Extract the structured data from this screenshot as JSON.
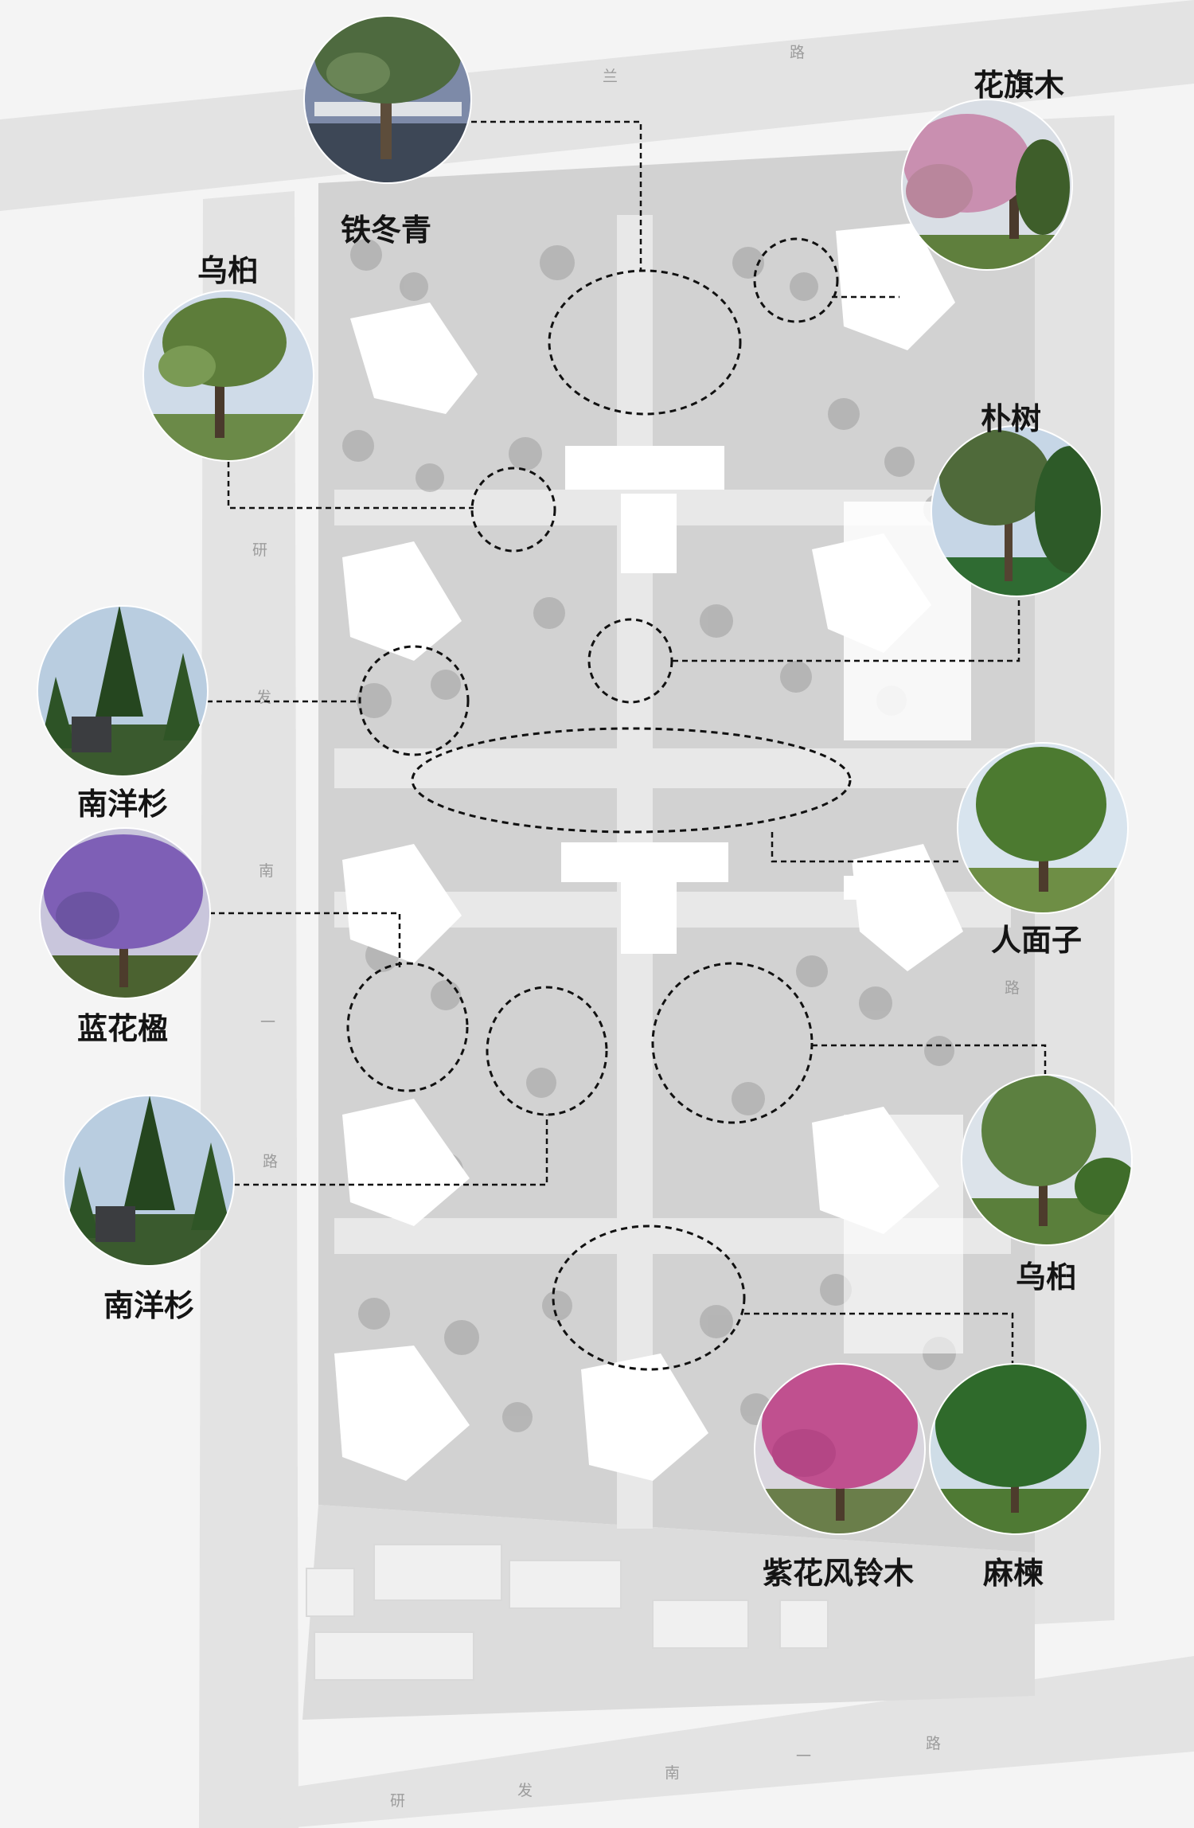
{
  "roads": {
    "top": [
      "兰",
      "路"
    ],
    "left": [
      "研",
      "发",
      "南",
      "一",
      "路"
    ],
    "right": [
      "路"
    ],
    "bottom": [
      "研",
      "发",
      "南",
      "一",
      "路"
    ]
  },
  "trees": [
    {
      "id": "tiedongqing",
      "label": "铁冬青",
      "photo": "tree-photo-tiedongqing"
    },
    {
      "id": "huaqimu",
      "label": "花旗木",
      "photo": "tree-photo-huaqimu"
    },
    {
      "id": "wujiu-1",
      "label": "乌桕",
      "photo": "tree-photo-wujiu"
    },
    {
      "id": "pushu",
      "label": "朴树",
      "photo": "tree-photo-pushu"
    },
    {
      "id": "nanyangshan-1",
      "label": "南洋杉",
      "photo": "tree-photo-nanyangshan"
    },
    {
      "id": "renmianzi",
      "label": "人面子",
      "photo": "tree-photo-renmianzi"
    },
    {
      "id": "lanhuaying",
      "label": "蓝花楹",
      "photo": "tree-photo-lanhuaying"
    },
    {
      "id": "wujiu-2",
      "label": "乌桕",
      "photo": "tree-photo-wujiu"
    },
    {
      "id": "nanyangshan-2",
      "label": "南洋杉",
      "photo": "tree-photo-nanyangshan"
    },
    {
      "id": "zihuafenglingmu",
      "label": "紫花风铃木",
      "photo": "tree-photo-zihuafenglingmu"
    },
    {
      "id": "malian",
      "label": "麻楝",
      "photo": "tree-photo-malian"
    }
  ]
}
